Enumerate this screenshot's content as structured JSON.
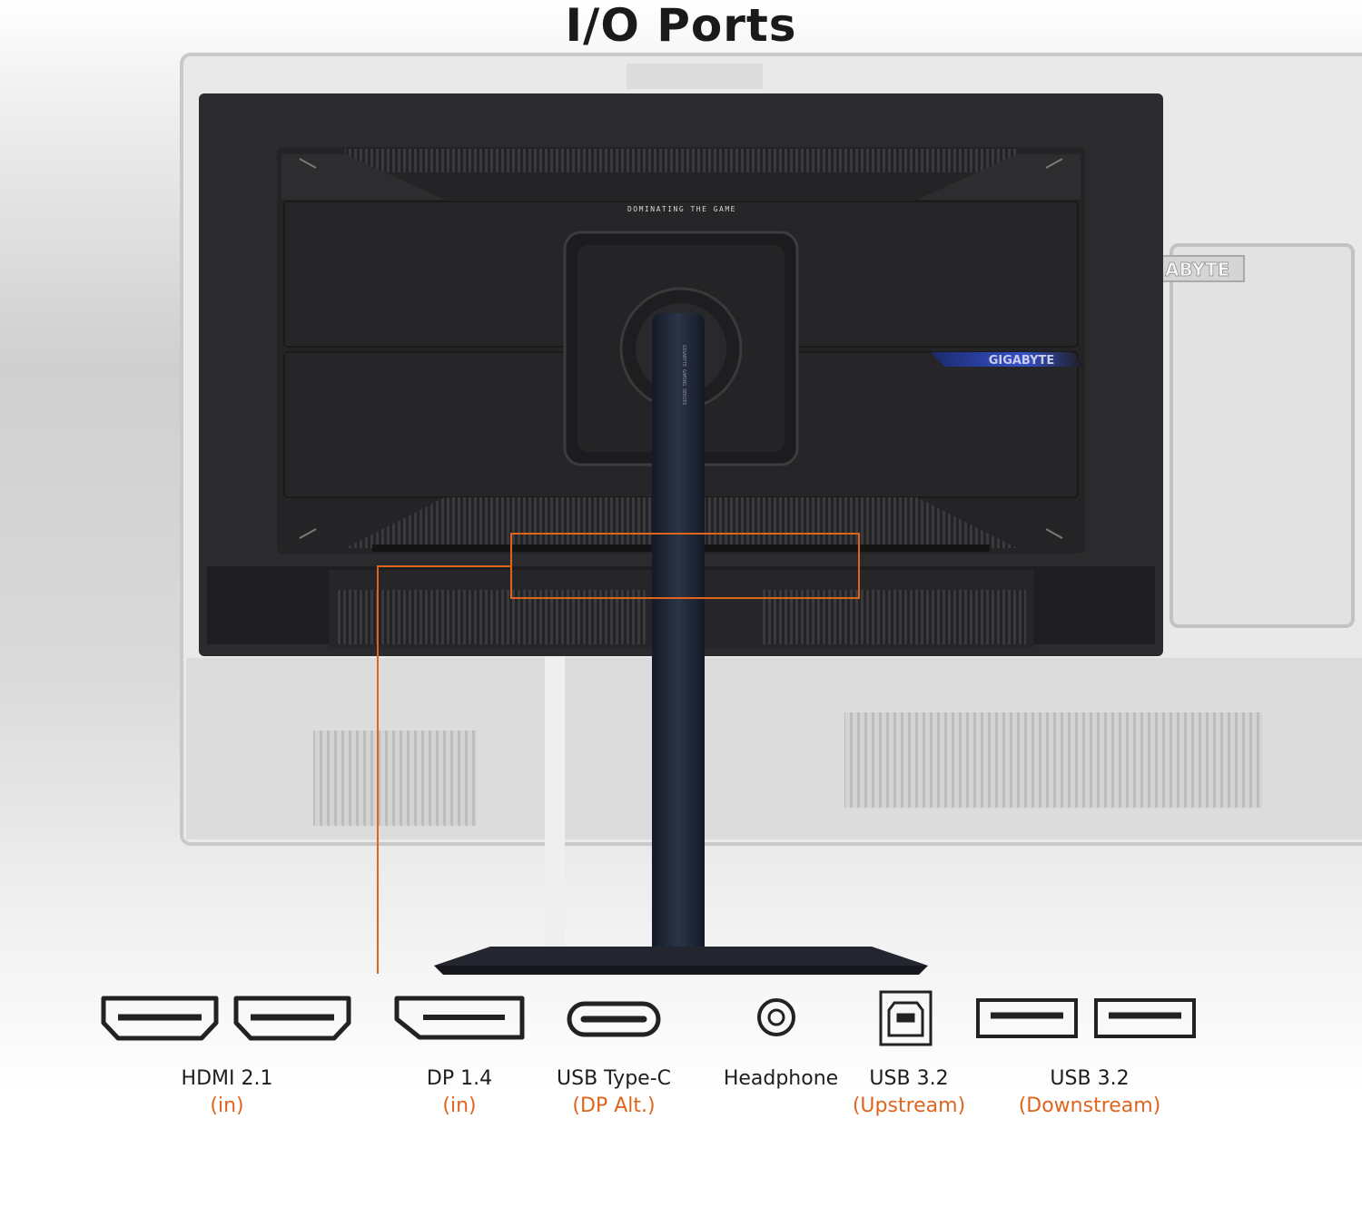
{
  "title": "I/O Ports",
  "monitor": {
    "slogan": "DOMINATING THE GAME",
    "brand": "GIGABYTE",
    "stand_text": "GIGABYTE GAMING SERIES",
    "ghost_brand": "ABYTE"
  },
  "ports": [
    {
      "name": "HDMI 2.1",
      "sub": "(in)",
      "icon": "hdmi-port-icon"
    },
    {
      "name": "DP 1.4",
      "sub": "(in)",
      "icon": "displayport-icon"
    },
    {
      "name": "USB Type-C",
      "sub": "(DP Alt.)",
      "icon": "usb-c-port-icon"
    },
    {
      "name": "Headphone",
      "sub": "",
      "icon": "headphone-jack-icon"
    },
    {
      "name": "USB 3.2",
      "sub": "(Upstream)",
      "icon": "usb-b-port-icon"
    },
    {
      "name": "USB 3.2",
      "sub": "(Downstream)",
      "icon": "usb-a-port-icon"
    }
  ],
  "colors": {
    "accent": "#e0651c",
    "panel": "#2b2b2d",
    "stand": "#1f2533"
  }
}
